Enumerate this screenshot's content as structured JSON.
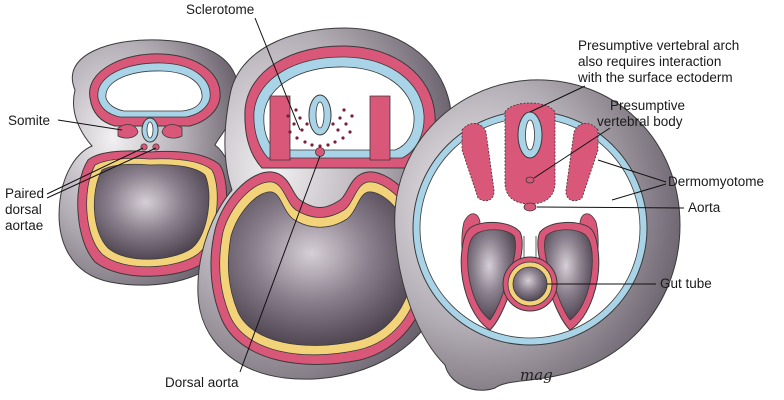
{
  "labels": {
    "sclerotome": "Sclerotome",
    "somite": "Somite",
    "paired_dorsal_aortae": [
      "Paired",
      "dorsal",
      "aortae"
    ],
    "dorsal_aorta": "Dorsal aorta",
    "presumptive_vertebral_arch": [
      "Presumptive vertebral arch",
      "also requires interaction",
      "with the surface ectoderm"
    ],
    "presumptive_vertebral_body": [
      "Presumptive",
      "vertebral body"
    ],
    "dermomyotome": "Dermomyotome",
    "aorta": "Aorta",
    "gut_tube": "Gut tube"
  },
  "signature": "mag",
  "colors": {
    "ectoderm_blue": "#a9d3e6",
    "mesoderm_pink": "#d95778",
    "endoderm_yellow": "#f2d37a",
    "cavity_dark": "#4a3f4b",
    "cavity_light": "#b9b0bb",
    "body_shadow": "#8f8891"
  }
}
